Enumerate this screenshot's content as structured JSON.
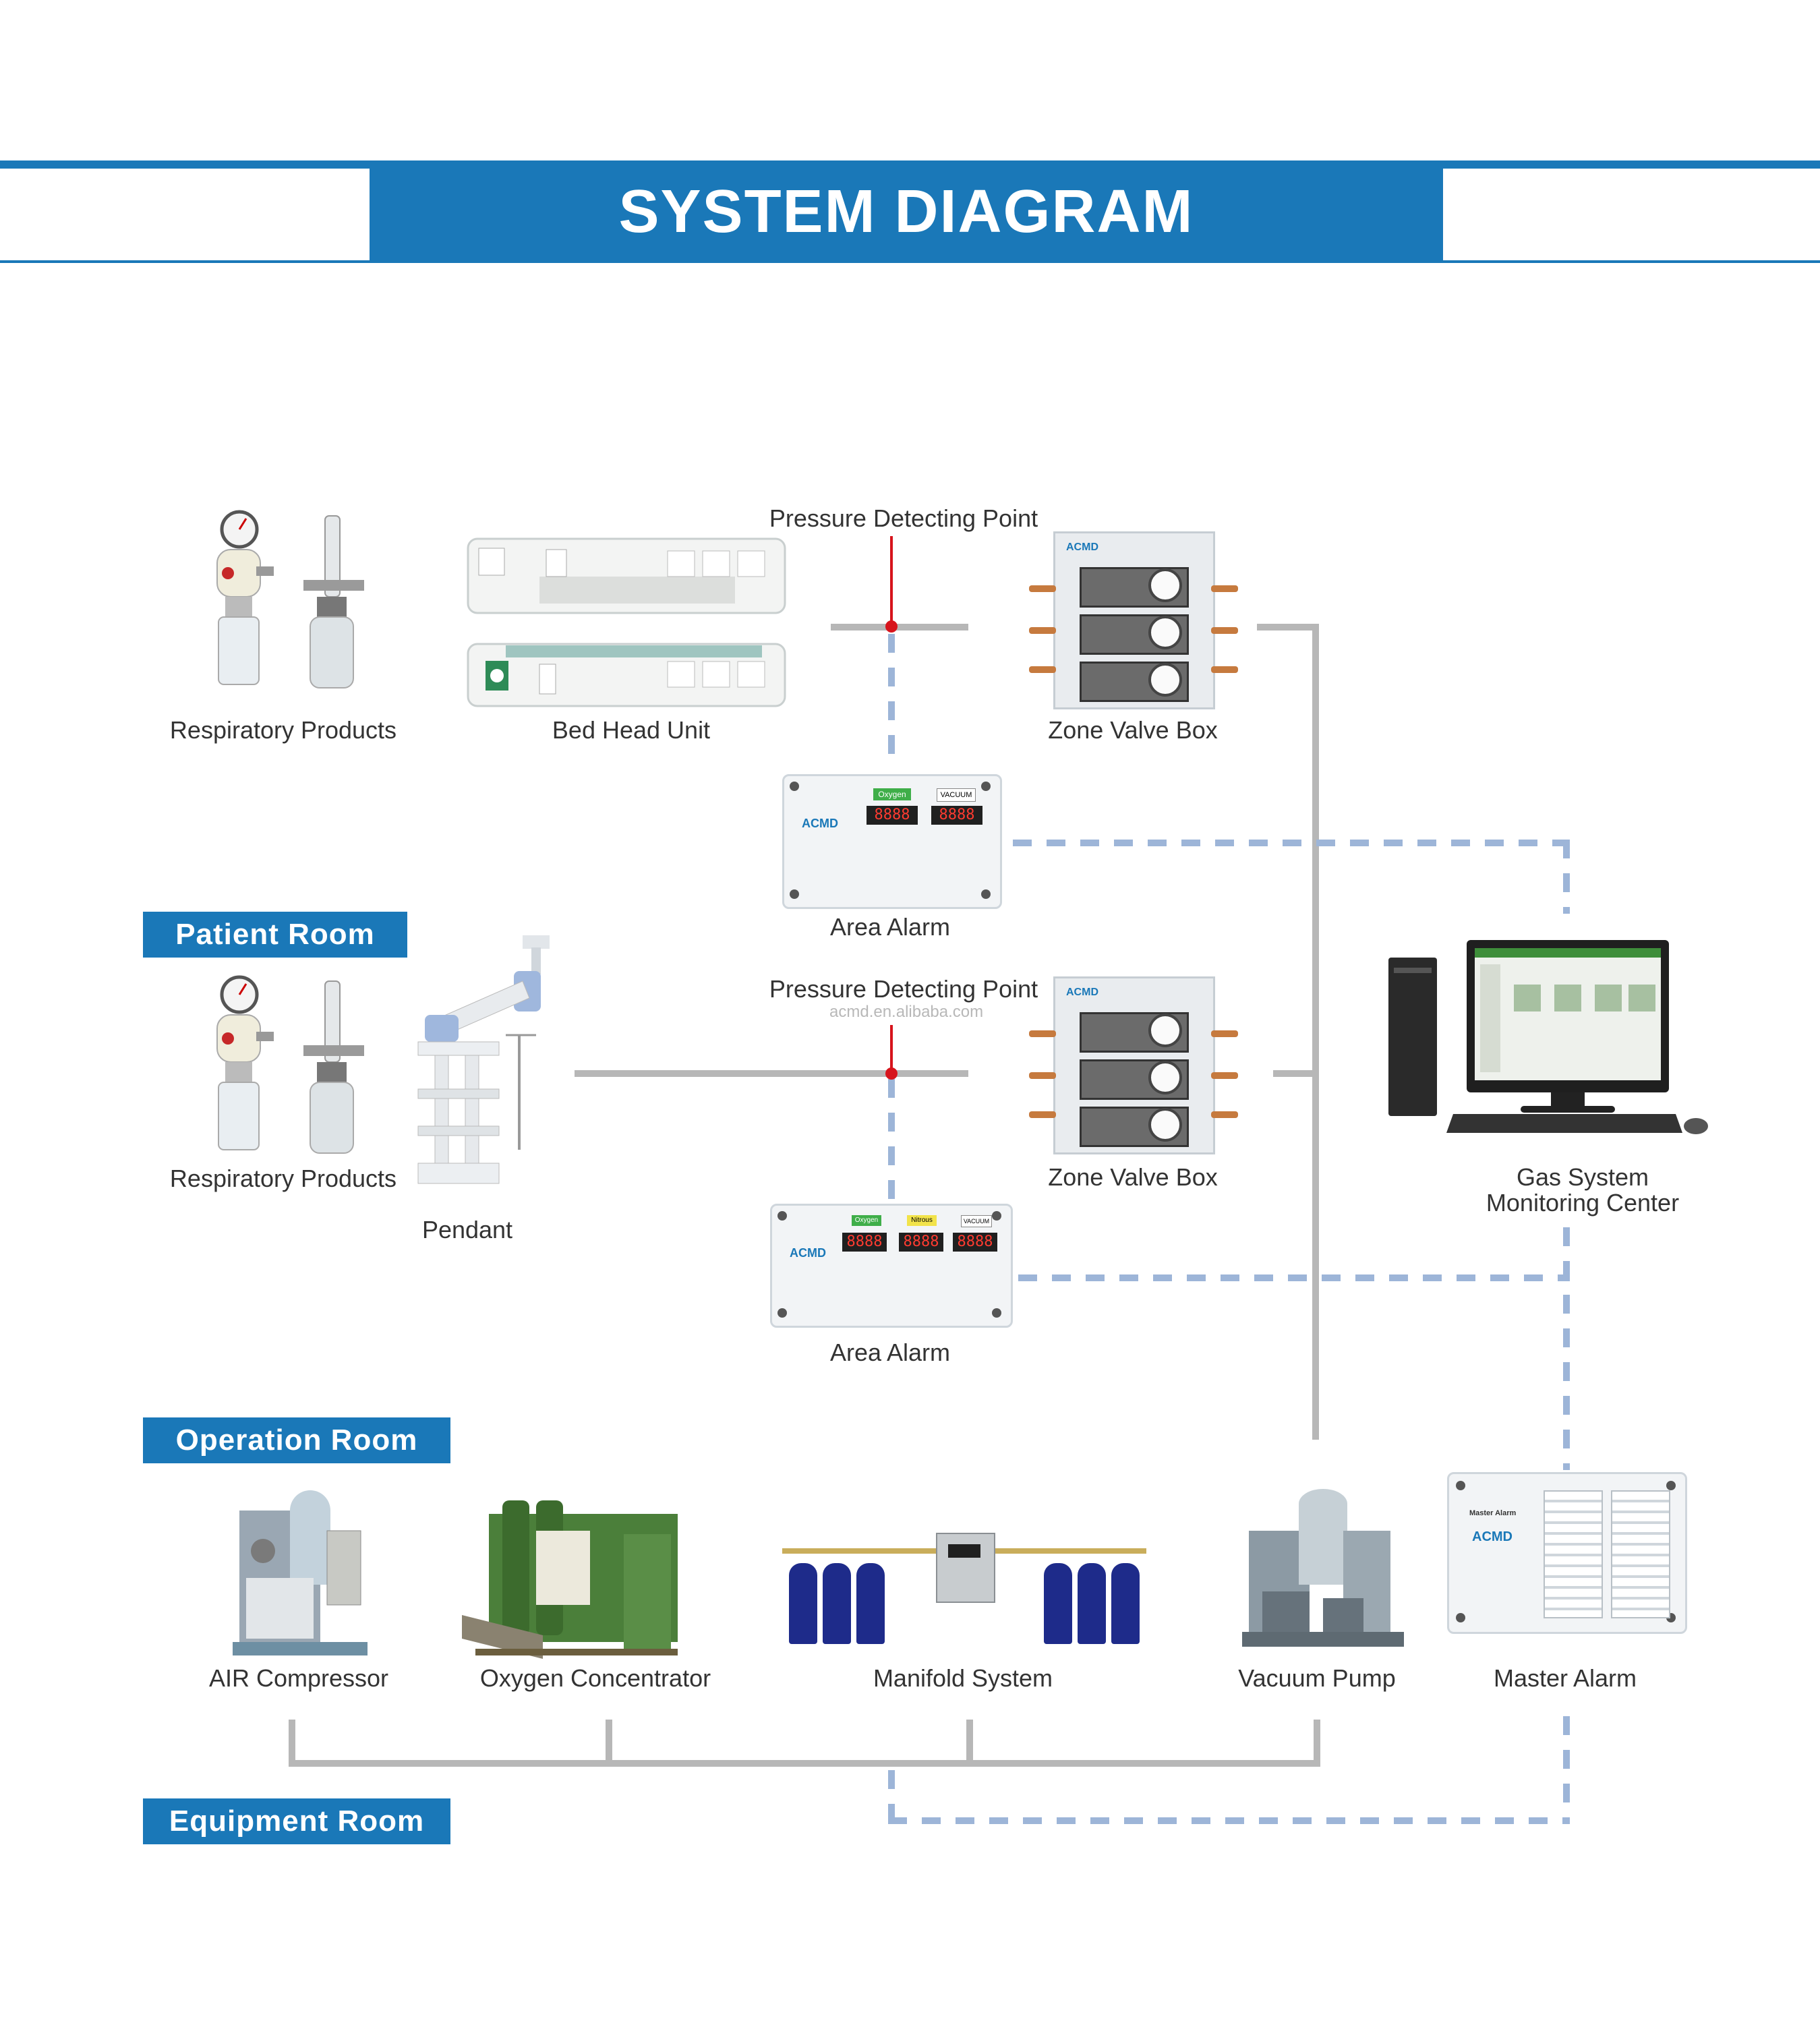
{
  "header": {
    "title": "SYSTEM DIAGRAM"
  },
  "watermark": "acmd.en.alibaba.com",
  "rooms": {
    "patient": "Patient Room",
    "operation": "Operation Room",
    "equipment": "Equipment Room"
  },
  "labels": {
    "respiratory_1": "Respiratory Products",
    "bed_head_unit": "Bed Head Unit",
    "pressure_point_1": "Pressure Detecting Point",
    "zone_valve_1": "Zone Valve Box",
    "area_alarm_1": "Area Alarm",
    "respiratory_2": "Respiratory Products",
    "pendant": "Pendant",
    "pressure_point_2": "Pressure Detecting Point",
    "zone_valve_2": "Zone Valve Box",
    "area_alarm_2": "Area Alarm",
    "monitoring_line1": "Gas System",
    "monitoring_line2": "Monitoring Center",
    "air_compressor": "AIR Compressor",
    "oxygen_concentrator": "Oxygen Concentrator",
    "manifold_system": "Manifold System",
    "vacuum_pump": "Vacuum Pump",
    "master_alarm": "Master Alarm"
  },
  "device_text": {
    "brand": "ACMD",
    "alarm_1_tags": [
      "Oxygen",
      "VACUUM"
    ],
    "alarm_2_tags": [
      "Oxygen",
      "Nitrous",
      "VACUUM"
    ],
    "master_alarm_title": "Master Alarm",
    "digits": "8888"
  },
  "colors": {
    "brand_blue": "#1a78b8",
    "pipe_gray": "#b7b7b7",
    "signal_dash": "#9db5d8",
    "pressure_red": "#d7141c",
    "cylinder_blue": "#1e2b8a",
    "oxygen_green": "#4b7f3a"
  }
}
